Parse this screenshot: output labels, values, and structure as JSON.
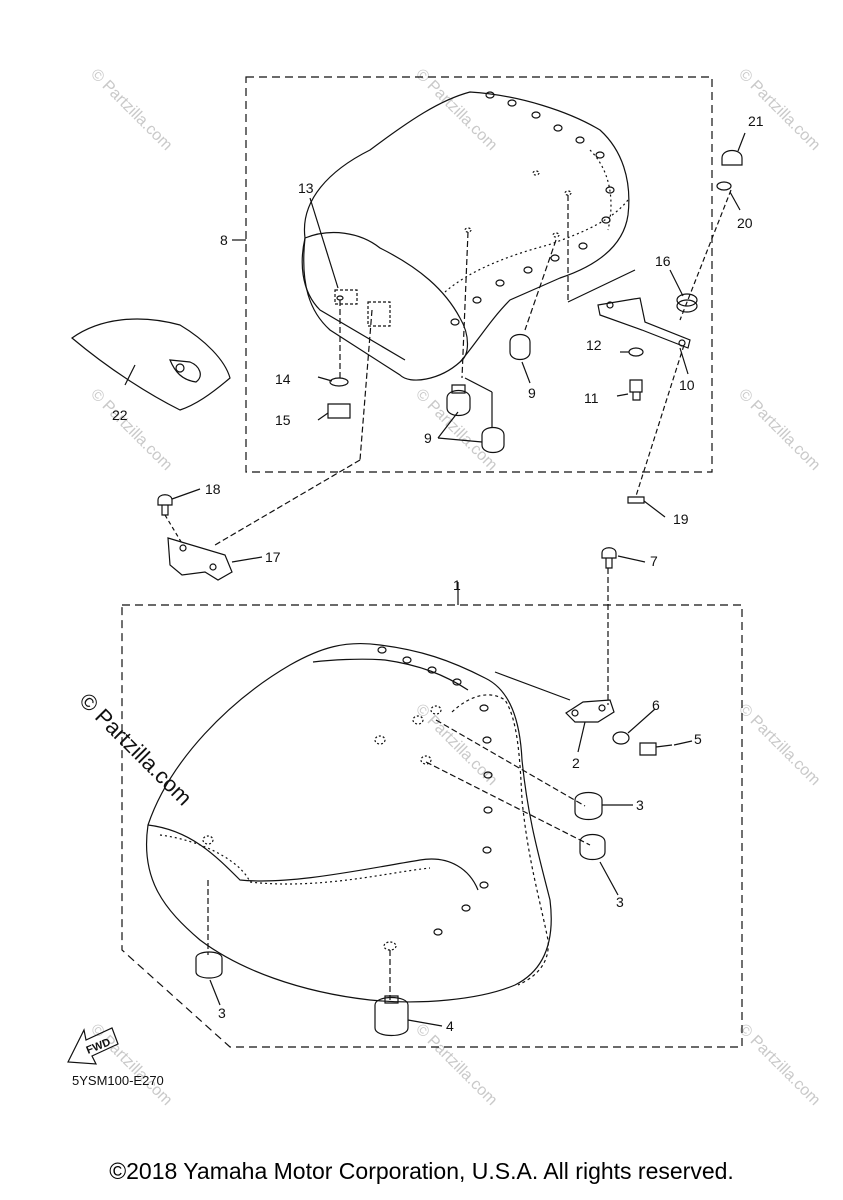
{
  "watermarks": {
    "small": "© Partzilla.com",
    "large": "© Partzilla.com"
  },
  "diagram_code": "5YSM100-E270",
  "fwd_label": "FWD",
  "copyright": "©2018 Yamaha Motor Corporation, U.S.A. All rights reserved.",
  "callouts": {
    "c1": "1",
    "c2": "2",
    "c3a": "3",
    "c3b": "3",
    "c3c": "3",
    "c4": "4",
    "c5": "5",
    "c6": "6",
    "c7": "7",
    "c8": "8",
    "c9a": "9",
    "c9b": "9",
    "c10": "10",
    "c11": "11",
    "c12": "12",
    "c13": "13",
    "c14": "14",
    "c15": "15",
    "c16": "16",
    "c17": "17",
    "c18": "18",
    "c19": "19",
    "c20": "20",
    "c21": "21",
    "c22": "22"
  }
}
